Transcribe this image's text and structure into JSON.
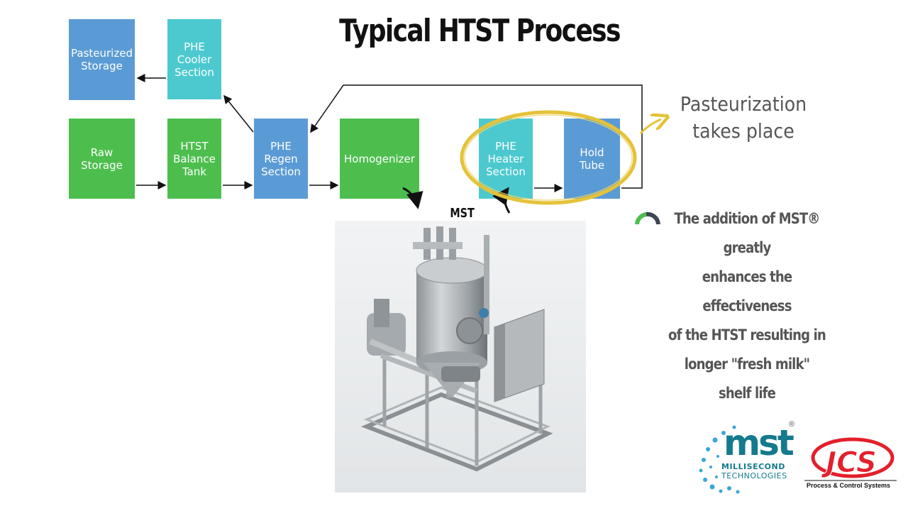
{
  "title": "Typical HTST Process",
  "boxes": {
    "pasteurized_storage": "Pasteurized\nStorage",
    "phe_cooler": "PHE\nCooler\nSection",
    "raw_storage": "Raw\nStorage",
    "htst_balance": "HTST\nBalance\nTank",
    "phe_regen": "PHE\nRegen\nSection",
    "homogenizer": "Homogenizer",
    "phe_heater": "PHE\nHeater\nSection",
    "hold_tube": "Hold\nTube"
  },
  "pasteurization_note": "Pasteurization\ntakes place",
  "mst_label": "MST",
  "mst_note": {
    "line1": "The addition of MST® greatly",
    "line2": "enhances the effectiveness",
    "line3": "of the HTST resulting in",
    "line4": "longer \"fresh milk\" shelf life"
  },
  "logos": {
    "mst_word": "mst",
    "mst_line1": "MILLISECOND",
    "mst_line2": "TECHNOLOGIES",
    "mst_reg": "®",
    "jcs_word": "JCS",
    "jcs_tagline": "Process & Control Systems"
  },
  "colors": {
    "green": "#4dbe4e",
    "blue": "#5b9bd5",
    "teal": "#4cc9cf",
    "highlight": "#e5c23a",
    "mst_teal": "#147a8d",
    "jcs_red": "#e3202b"
  },
  "icons": [
    "gauge-icon",
    "flow-arrows",
    "highlight-ellipse",
    "curved-arrow-icon"
  ]
}
